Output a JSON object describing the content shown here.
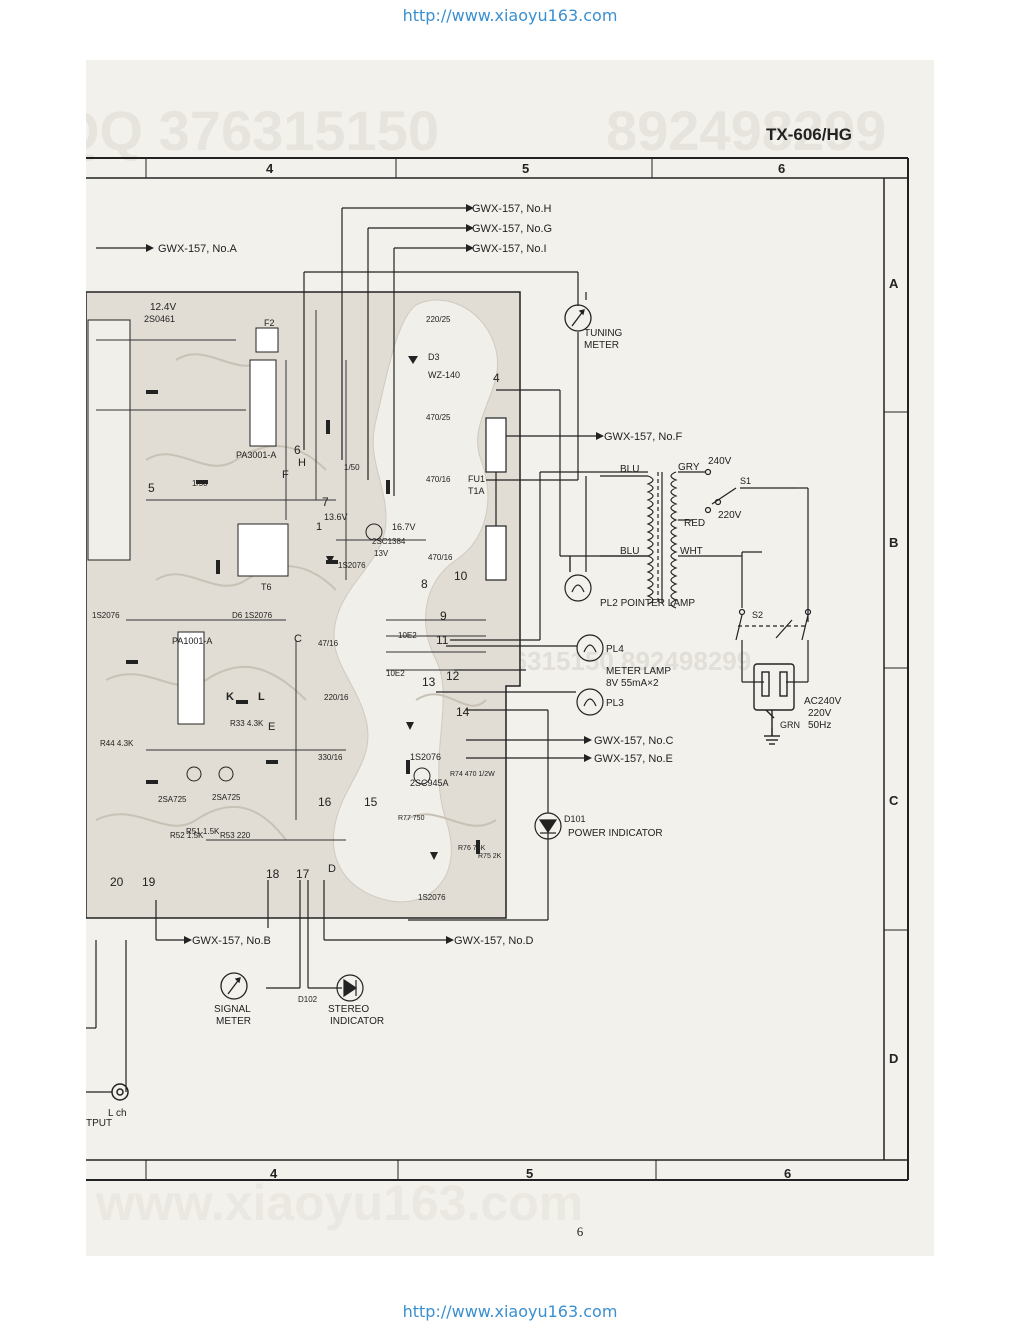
{
  "header": {
    "url_top": "http://www.xiaoyu163.com",
    "url_bottom": "http://www.xiaoyu163.com",
    "model": "TX-606/HG",
    "page_number": "6",
    "watermark_qq": "QQ 376315150",
    "watermark_num": "892498299",
    "watermark_site": "www.xiaoyu163.com",
    "watermark_mid": "QQ 376315150 892498299"
  },
  "grid": {
    "columns": [
      "4",
      "5",
      "6"
    ],
    "rows": [
      "A",
      "B",
      "C",
      "D"
    ]
  },
  "connectors": {
    "gwx_h": "GWX-157, No.H",
    "gwx_g": "GWX-157, No.G",
    "gwx_i": "GWX-157, No.I",
    "gwx_a": "GWX-157, No.A",
    "gwx_f": "GWX-157, No.F",
    "gwx_c": "GWX-157, No.C",
    "gwx_e": "GWX-157, No.E",
    "gwx_b": "GWX-157, No.B",
    "gwx_d": "GWX-157, No.D"
  },
  "components": {
    "tuning_meter": "TUNING",
    "tuning_meter_2": "METER",
    "signal_meter": "SIGNAL",
    "signal_meter_2": "METER",
    "stereo_indicator": "STEREO",
    "stereo_indicator_2": "INDICATOR",
    "d102": "D102",
    "power_indicator_ref": "D101",
    "power_indicator": "POWER INDICATOR",
    "pointer_lamp": "PL2 POINTER LAMP",
    "meter_lamp_ref": "PL4",
    "meter_lamp": "METER LAMP",
    "meter_lamp_spec": "8V 55mA×2",
    "pl3": "PL3",
    "fuse_ref": "FU1",
    "fuse_rating": "T1A",
    "switch_s1": "S1",
    "switch_s2": "S2",
    "ac_line1": "AC240V",
    "ac_line2": "220V",
    "ac_line3": "50Hz",
    "ground": "GRN",
    "lch": "L ch",
    "output": "TPUT"
  },
  "wires": {
    "blu_top": "BLU",
    "gry": "GRY",
    "v240": "240V",
    "red": "RED",
    "v220": "220V",
    "blu_bottom": "BLU",
    "wht": "WHT"
  },
  "board": {
    "pa3001": "PA3001-A",
    "pa1001": "PA1001-A",
    "d3": "D3",
    "wz140": "WZ-140",
    "q6": "2SC1384",
    "q12": "2SC945A",
    "q8": "2SA725",
    "q9": "2SA725",
    "q4": "2S0461",
    "v124": "12.4V",
    "v136": "13.6V",
    "v167": "16.7V",
    "v13": "13V",
    "d5": "1S2076",
    "d6": "D6 1S2076",
    "d7": "1S2076",
    "d9": "1S2076",
    "d10": "1S2076",
    "d2": "10E2",
    "d1": "10E2",
    "t6": "T6",
    "f2": "F2",
    "c76": "470/16",
    "c75": "470/16",
    "c79": "470/25",
    "c17": "220/25",
    "c49": "220/16",
    "c33": "47/16",
    "c32": "330/16",
    "c34": "1/50",
    "c31": "1/50",
    "r33": "R33 4.3K",
    "r44": "R44 4.3K",
    "r52": "R52 1.5K",
    "r51": "R51 1.5K",
    "r53": "R53 220",
    "r74": "R74 470 1/2W",
    "r76": "R76 75K",
    "r75": "R75 2K",
    "r77": "R77 750",
    "node_4": "4",
    "node_5": "5",
    "node_6": "6",
    "node_7": "7",
    "node_8": "8",
    "node_9": "9",
    "node_10": "10",
    "node_11": "11",
    "node_12": "12",
    "node_13": "13",
    "node_14": "14",
    "node_15": "15",
    "node_16": "16",
    "node_17": "17",
    "node_18": "18",
    "node_19": "19",
    "node_20": "20",
    "node_c": "C",
    "node_d": "D",
    "node_e": "E",
    "node_k": "K",
    "node_l": "L",
    "node_h": "H",
    "node_f": "F",
    "node_1": "1"
  }
}
